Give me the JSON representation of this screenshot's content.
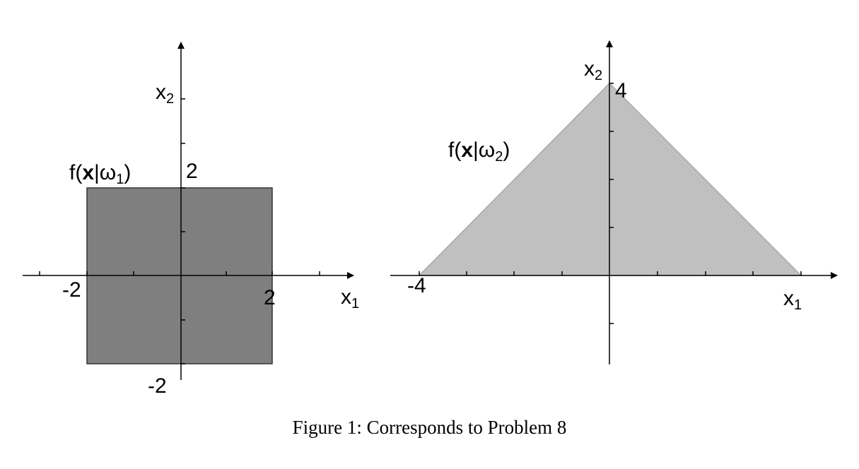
{
  "colors": {
    "uniform_region": "#7f7f7f",
    "triangle_region": "#c0c0c0",
    "axis": "#000000"
  },
  "left_panel": {
    "x_axis_label": "x",
    "x_axis_sub": "1",
    "y_axis_label": "x",
    "y_axis_sub": "2",
    "density_label_prefix": "f(",
    "density_label_bold": "x",
    "density_label_mid": "|ω",
    "density_label_sub": "1",
    "density_label_suffix": ")",
    "tick_labels": {
      "x_neg": "-2",
      "x_pos": "2",
      "y_pos": "2",
      "y_neg": "-2"
    },
    "region": {
      "x_range": [
        -2,
        2
      ],
      "x2_range": [
        -2,
        2
      ]
    }
  },
  "right_panel": {
    "x_axis_label": "x",
    "x_axis_sub": "1",
    "y_axis_label": "x",
    "y_axis_sub": "2",
    "density_label_prefix": "f(",
    "density_label_bold": "x",
    "density_label_mid": "|ω",
    "density_label_sub": "2",
    "density_label_suffix": ")",
    "tick_labels": {
      "x_neg": "-4",
      "y_pos": "4"
    },
    "region": {
      "vertices": [
        [
          -4,
          0
        ],
        [
          0,
          4
        ],
        [
          4,
          0
        ]
      ]
    }
  },
  "caption": "Figure 1: Corresponds to Problem 8"
}
